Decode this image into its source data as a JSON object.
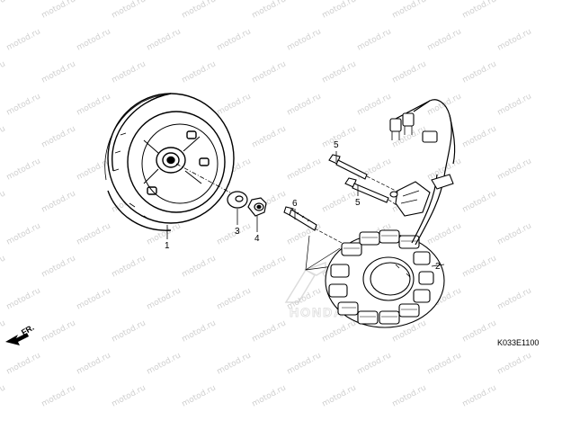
{
  "diagram": {
    "parts": [
      {
        "number": "1",
        "icon": "flywheel-rotor"
      },
      {
        "number": "2",
        "icon": "stator-coil"
      },
      {
        "number": "3",
        "icon": "washer"
      },
      {
        "number": "4",
        "icon": "nut"
      },
      {
        "number": "5",
        "icon": "bolt"
      },
      {
        "number": "5",
        "icon": "bolt"
      },
      {
        "number": "6",
        "icon": "long-bolt"
      }
    ],
    "direction_label": "FR.",
    "drawing_code": "K033E1100",
    "watermark": "motod.ru",
    "logo_text": "HONDA"
  }
}
